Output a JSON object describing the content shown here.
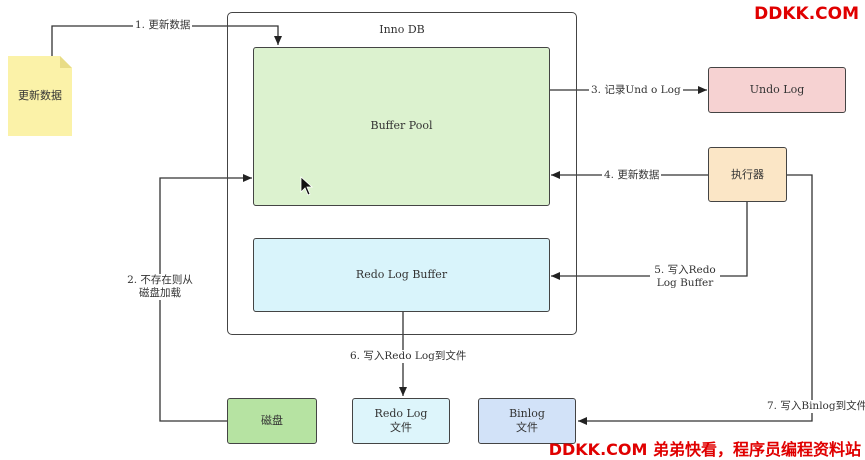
{
  "note": {
    "text": "更新数据"
  },
  "innodb": {
    "title": "Inno DB"
  },
  "buffer_pool": {
    "label": "Buffer Pool"
  },
  "redo_log_buffer": {
    "label": "Redo Log Buffer"
  },
  "undo_log": {
    "label": "Undo Log"
  },
  "executor": {
    "label": "执行器"
  },
  "disk": {
    "label": "磁盘"
  },
  "redo_log_file": {
    "line1": "Redo Log",
    "line2": "文件"
  },
  "binlog_file": {
    "line1": "Binlog",
    "line2": "文件"
  },
  "steps": {
    "s1": "1. 更新数据",
    "s2_line1": "2. 不存在则从",
    "s2_line2": "磁盘加载",
    "s3": "3. 记录Und o Log",
    "s4": "4. 更新数据",
    "s5_line1": "5. 写入Redo",
    "s5_line2": "Log Buffer",
    "s6": "6. 写入Redo Log到文件",
    "s7": "7. 写入Binlog到文件"
  },
  "watermark": {
    "top": "DDKK.COM",
    "bottom": "DDKK.COM 弟弟快看，程序员编程资料站"
  },
  "colors": {
    "note_fill": "#fbf2a8",
    "buffer_pool_fill": "#dcf2cf",
    "redo_buffer_fill": "#d9f4fb",
    "undo_fill": "#f6d2d2",
    "executor_fill": "#fbe6c6",
    "disk_fill": "#b6e3a2",
    "redo_file_fill": "#ddf5fb",
    "binlog_fill": "#d2e2f8",
    "watermark": "#e00000"
  }
}
